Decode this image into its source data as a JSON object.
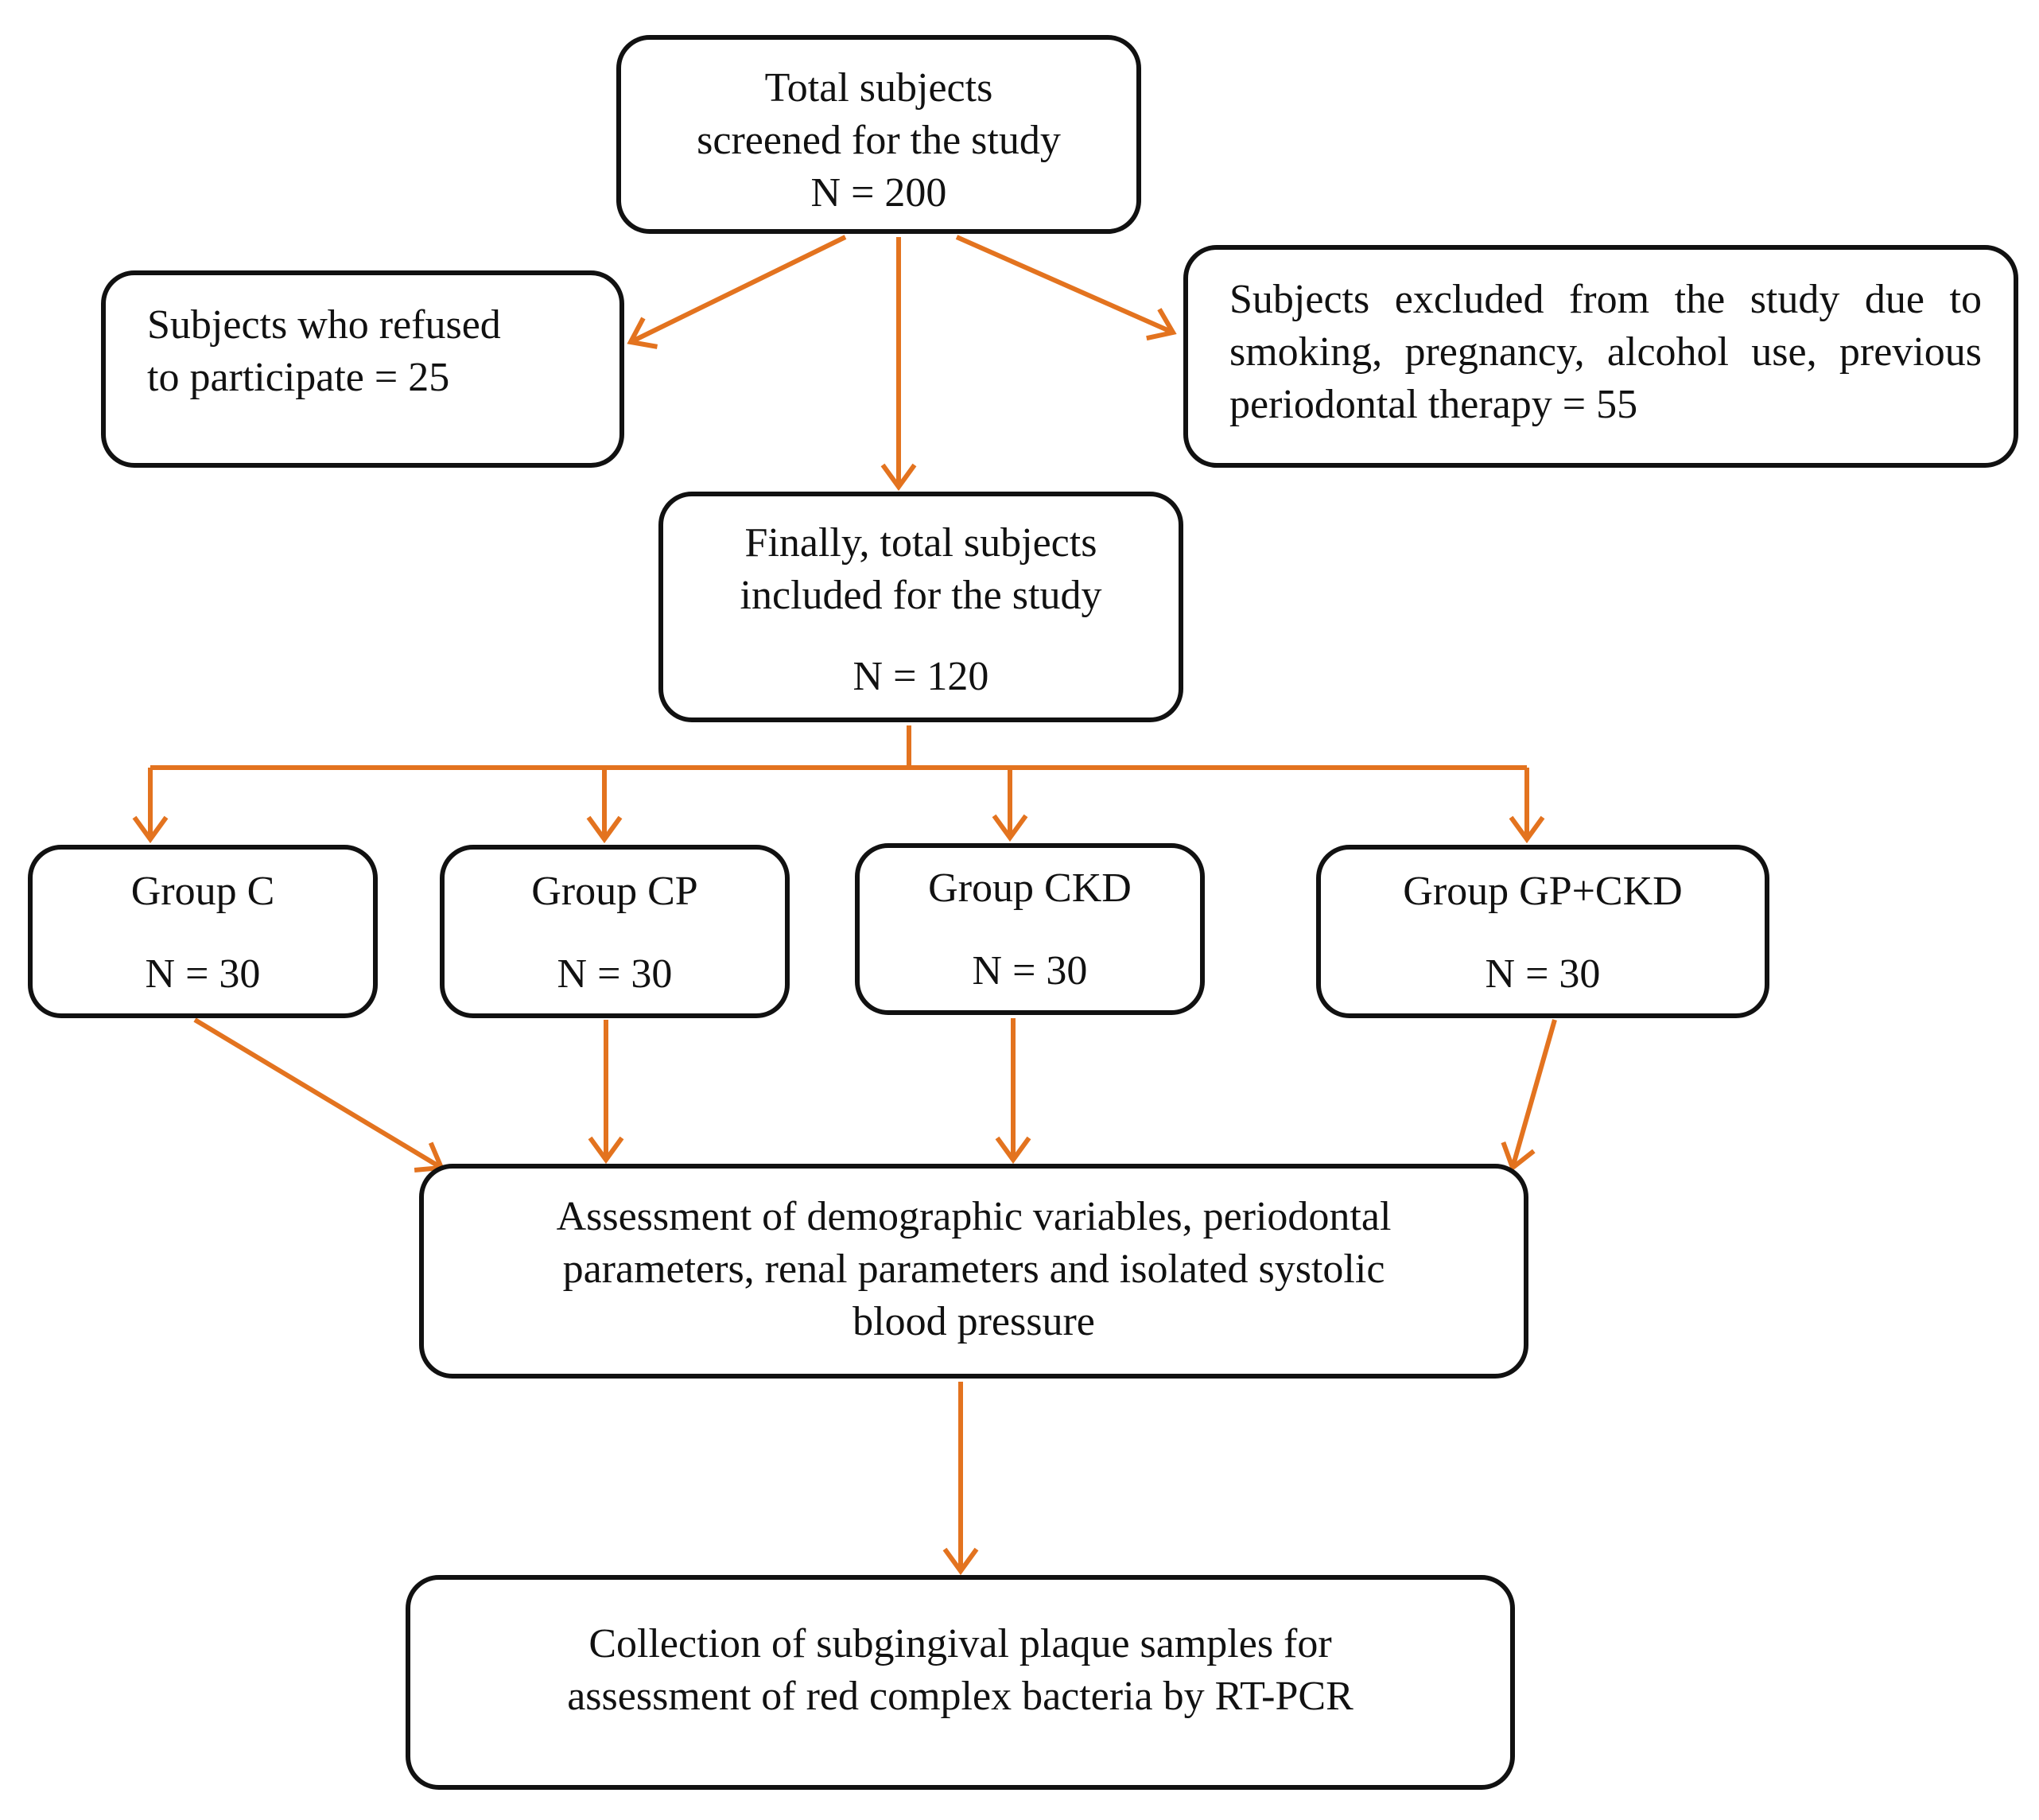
{
  "colors": {
    "arrow": "#E3731F",
    "box_border": "#111111",
    "text": "#111111"
  },
  "screened": {
    "line1": "Total subjects",
    "line2": "screened for the study",
    "count": "N = 200"
  },
  "refused": {
    "line1": "Subjects who refused",
    "line2": "to participate = 25"
  },
  "excluded": {
    "text": "Subjects excluded from the study due to smoking, pregnancy, alcohol use, previous periodontal therapy = 55"
  },
  "included": {
    "line1": "Finally, total subjects",
    "line2": "included for the study",
    "count": "N = 120"
  },
  "groups": [
    {
      "name": "Group C",
      "count": "N = 30"
    },
    {
      "name": "Group CP",
      "count": "N = 30"
    },
    {
      "name": "Group CKD",
      "count": "N = 30"
    },
    {
      "name": "Group GP+CKD",
      "count": "N = 30"
    }
  ],
  "assessment": {
    "line1": "Assessment of demographic variables, periodontal",
    "line2": "parameters, renal parameters and isolated systolic",
    "line3": "blood pressure"
  },
  "collection": {
    "line1": "Collection of subgingival plaque samples for",
    "line2": "assessment of red complex bacteria by RT-PCR"
  }
}
